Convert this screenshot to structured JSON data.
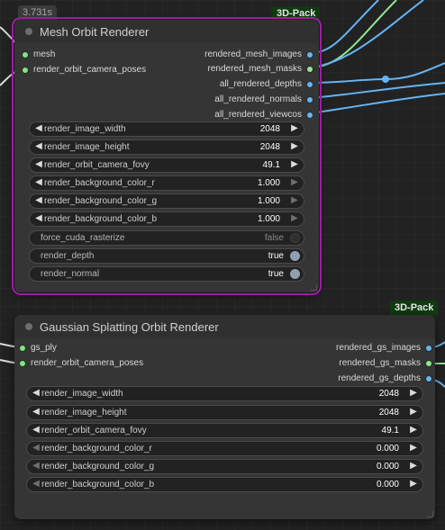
{
  "wire_colors": {
    "mesh": "#7fe87f",
    "images": "#64b5f6",
    "masks": "#8fe88f"
  },
  "accent_selected": "#a11aa7",
  "badge_color": "#103b10",
  "node1": {
    "timer": "3.731s",
    "badge": "3D-Pack",
    "title": "Mesh Orbit Renderer",
    "inputs": [
      "mesh",
      "render_orbit_camera_poses"
    ],
    "outputs": [
      "rendered_mesh_images",
      "rendered_mesh_masks",
      "all_rendered_depths",
      "all_rendered_normals",
      "all_rendered_viewcos"
    ],
    "widgets": [
      {
        "label": "render_image_width",
        "value": "2048"
      },
      {
        "label": "render_image_height",
        "value": "2048"
      },
      {
        "label": "render_orbit_camera_fovy",
        "value": "49.1"
      },
      {
        "label": "render_background_color_r",
        "value": "1.000"
      },
      {
        "label": "render_background_color_g",
        "value": "1.000"
      },
      {
        "label": "render_background_color_b",
        "value": "1.000"
      }
    ],
    "toggles": [
      {
        "label": "force_cuda_rasterize",
        "value": "false"
      },
      {
        "label": "render_depth",
        "value": "true"
      },
      {
        "label": "render_normal",
        "value": "true"
      }
    ]
  },
  "node2": {
    "badge": "3D-Pack",
    "title": "Gaussian Splatting Orbit Renderer",
    "inputs": [
      "gs_ply",
      "render_orbit_camera_poses"
    ],
    "outputs": [
      "rendered_gs_images",
      "rendered_gs_masks",
      "rendered_gs_depths"
    ],
    "widgets": [
      {
        "label": "render_image_width",
        "value": "2048"
      },
      {
        "label": "render_image_height",
        "value": "2048"
      },
      {
        "label": "render_orbit_camera_fovy",
        "value": "49.1"
      },
      {
        "label": "render_background_color_r",
        "value": "0.000"
      },
      {
        "label": "render_background_color_g",
        "value": "0.000"
      },
      {
        "label": "render_background_color_b",
        "value": "0.000"
      }
    ]
  }
}
